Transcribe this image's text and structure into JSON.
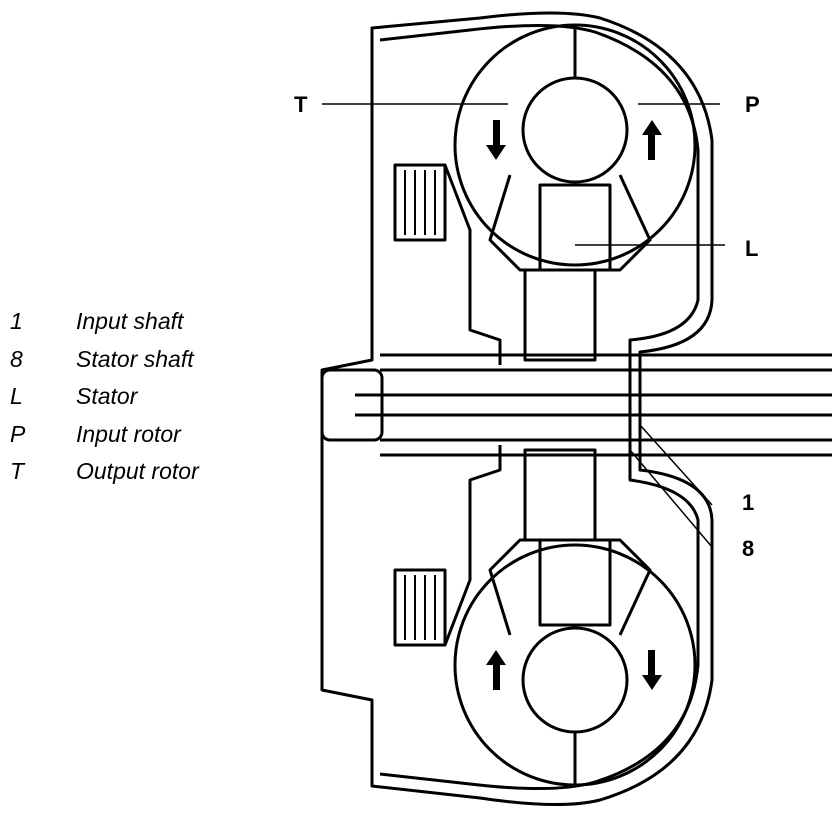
{
  "legend": [
    {
      "key": "1",
      "text": "Input shaft"
    },
    {
      "key": "8",
      "text": "Stator shaft"
    },
    {
      "key": "L",
      "text": "Stator"
    },
    {
      "key": "P",
      "text": "Input rotor"
    },
    {
      "key": "T",
      "text": "Output rotor"
    }
  ],
  "callouts": {
    "T": "T",
    "P": "P",
    "L": "L",
    "one": "1",
    "eight": "8"
  }
}
